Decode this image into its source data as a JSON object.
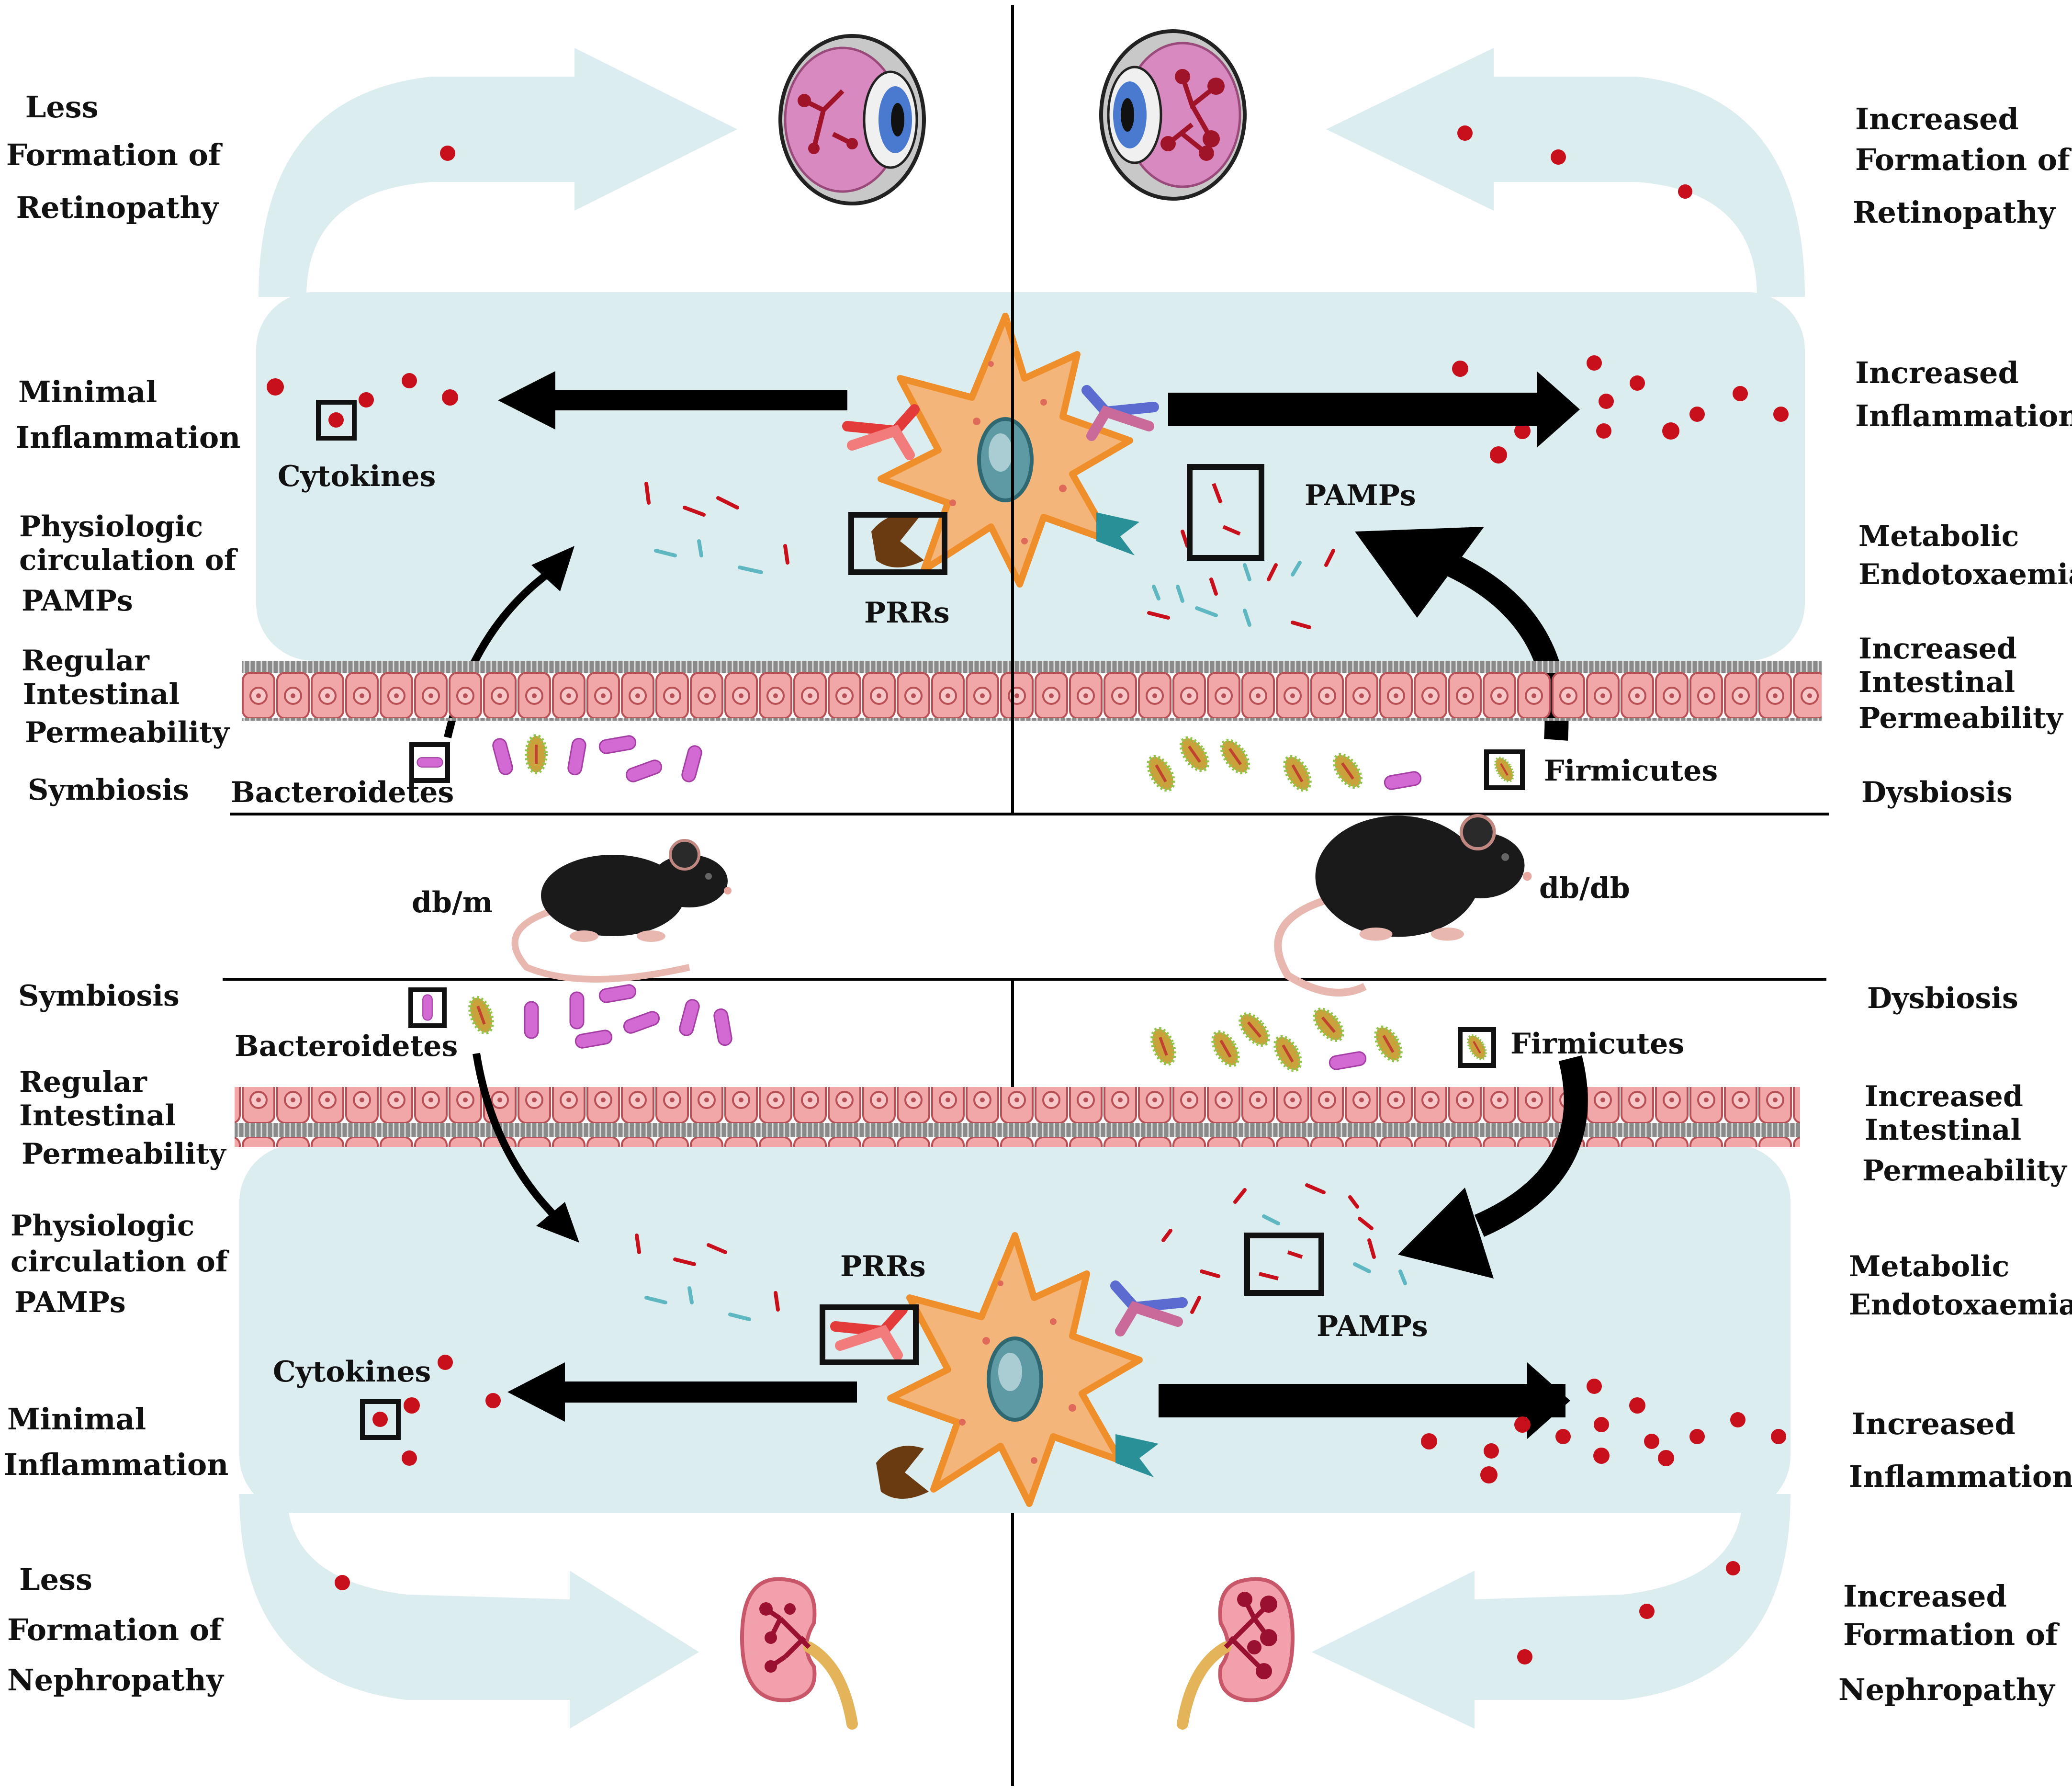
{
  "figure": {
    "top": {
      "left": {
        "outcome": [
          "Less",
          "Formation of",
          "Retinopathy"
        ],
        "inflammation": [
          "Minimal",
          "Inflammation"
        ],
        "pamps": [
          "Physiologic",
          "circulation of",
          "PAMPs"
        ],
        "permeability": [
          "Regular",
          "Intestinal",
          "Permeability"
        ],
        "microbiota": "Symbiosis",
        "cytokines": "Cytokines",
        "prrs": "PRRs",
        "bacteria": "Bacteroidetes"
      },
      "right": {
        "outcome": [
          "Increased",
          "Formation of",
          "Retinopathy"
        ],
        "inflammation": [
          "Increased",
          "Inflammation"
        ],
        "endotoxaemia": [
          "Metabolic",
          "Endotoxaemia"
        ],
        "permeability": [
          "Increased",
          "Intestinal",
          "Permeability"
        ],
        "microbiota": "Dysbiosis",
        "pamps": "PAMPs",
        "bacteria": "Firmicutes"
      }
    },
    "middle": {
      "control_mouse": "db/m",
      "diabetic_mouse": "db/db"
    },
    "bottom": {
      "left": {
        "microbiota": "Symbiosis",
        "bacteria": "Bacteroidetes",
        "permeability": [
          "Regular",
          "Intestinal",
          "Permeability"
        ],
        "pamps": [
          "Physiologic",
          "circulation of",
          "PAMPs"
        ],
        "prrs": "PRRs",
        "cytokines": "Cytokines",
        "inflammation": [
          "Minimal",
          "Inflammation"
        ],
        "outcome": [
          "Less",
          "Formation of",
          "Nephropathy"
        ]
      },
      "right": {
        "microbiota": "Dysbiosis",
        "bacteria": "Firmicutes",
        "permeability": [
          "Increased",
          "Intestinal",
          "Permeability"
        ],
        "endotoxaemia": [
          "Metabolic",
          "Endotoxaemia"
        ],
        "pamps": "PAMPs",
        "inflammation": [
          "Increased",
          "Inflammation"
        ],
        "outcome": [
          "Increased",
          "Formation of",
          "Nephropathy"
        ]
      }
    }
  },
  "colors": {
    "panel": "#dcedf0",
    "cytokine": "#c8101c",
    "cell_body": "#f4b57a",
    "cell_edge": "#ee8f2c",
    "nucleus": "#5e9aa3",
    "bacteroidetes": "#d36ad3",
    "firmicutes": "#c9a23c",
    "mucosa": "#f1a7a7",
    "eye_retina": "#d88ac0",
    "kidney": "#f3a0ad"
  }
}
